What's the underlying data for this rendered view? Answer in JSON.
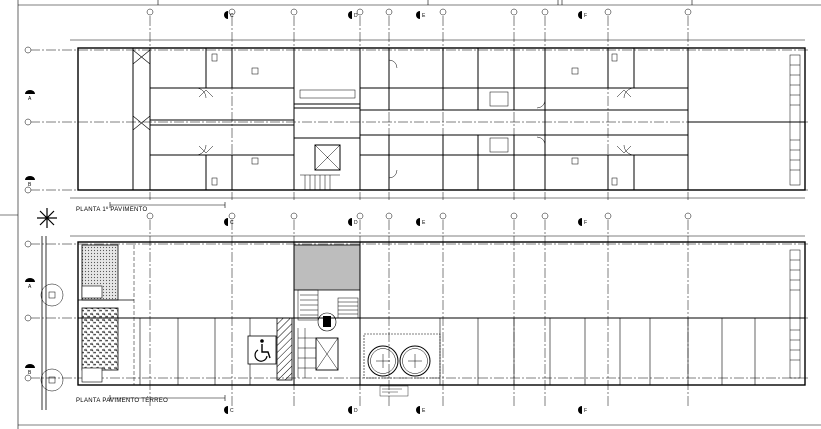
{
  "plans": [
    {
      "title": "PLANTA 1º PAVIMENTO"
    },
    {
      "title": "PLANTA PAVIMENTO TÉRREO"
    }
  ],
  "section_marks": {
    "vertical": [
      "C",
      "D",
      "E",
      "F"
    ],
    "horizontal": [
      "A",
      "B"
    ]
  },
  "colors": {
    "line": "#000000",
    "fill_gray": "#bdbdbd",
    "paper": "#ffffff"
  },
  "icons": [
    "north-arrow-icon",
    "wheelchair-accessibility-icon",
    "water-tank-icon",
    "elevator-icon"
  ]
}
